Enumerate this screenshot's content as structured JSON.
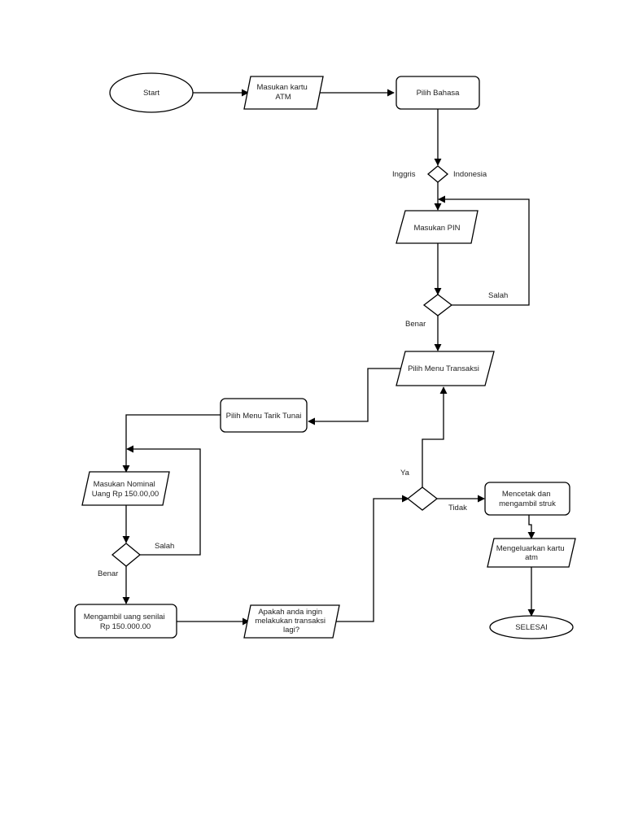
{
  "nodes": {
    "start": [
      "Start"
    ],
    "insert_card": [
      "Masukan kartu",
      "ATM"
    ],
    "choose_language": [
      "Pilih Bahasa"
    ],
    "enter_pin": [
      "Masukan PIN"
    ],
    "choose_transaction": [
      "Pilih Menu Transaksi"
    ],
    "cash_withdrawal": [
      "Pilih Menu Tarik Tunai"
    ],
    "enter_amount": [
      "Masukan Nominal",
      "Uang Rp 150.00,00"
    ],
    "take_money": [
      "Mengambil uang senilai",
      "Rp 150.000.00"
    ],
    "ask_again": [
      "Apakah anda ingin",
      "melakukan transaksi",
      "lagi?"
    ],
    "print_receipt": [
      "Mencetak dan",
      "mengambil struk"
    ],
    "eject_card": [
      "Mengeluarkan kartu",
      "atm"
    ],
    "finish": [
      "SELESAI"
    ]
  },
  "edge_labels": {
    "english": "Inggris",
    "indonesia": "Indonesia",
    "pin_wrong": "Salah",
    "pin_correct": "Benar",
    "amount_wrong": "Salah",
    "amount_correct": "Benar",
    "yes": "Ya",
    "no": "Tidak"
  }
}
